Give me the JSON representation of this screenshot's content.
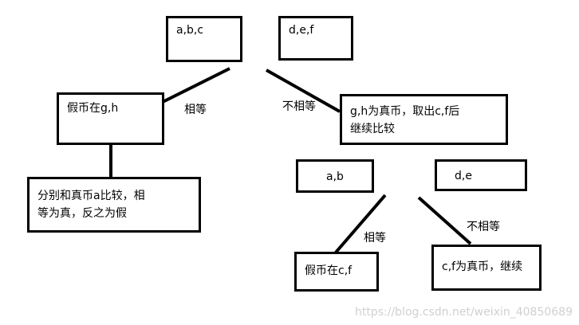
{
  "top_group_1": "a,b,c",
  "top_group_2": "d,e,f",
  "edge_equal_top": "相等",
  "edge_not_equal_top": "不相等",
  "node_fake_in_gh": "假币在g,h",
  "node_compare_g_h": "分别和真币a比较，相\n等为真，反之为假",
  "node_gh_real": "g,h为真币，取出c,f后\n继续比较",
  "group_ab": "a,b",
  "group_de": "d,e",
  "edge_equal_bottom": "相等",
  "edge_not_equal_bottom": "不相等",
  "node_fake_in_cf": "假币在c,f",
  "node_cf_real": "c,f为真币，继续",
  "watermark": "https://blog.csdn.net/weixin_40850689"
}
